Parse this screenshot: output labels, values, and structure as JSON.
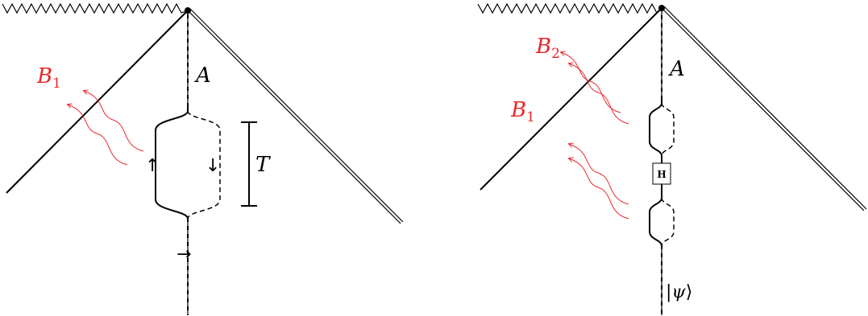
{
  "left_panel": {
    "label_b": "B",
    "label_b_sub": "1",
    "label_a": "A",
    "label_t": "T",
    "arrow_up": "↑",
    "arrow_down": "↓",
    "arrow_right": "→"
  },
  "right_panel": {
    "label_b1": "B",
    "label_b1_sub": "1",
    "label_b2": "B",
    "label_b2_sub": "2",
    "label_a": "A",
    "gate_label": "H",
    "ket_open": "|",
    "ket_psi": "ψ",
    "ket_close": "⟩"
  },
  "colors": {
    "ink": "#000000",
    "radiation": "#e8262b"
  }
}
